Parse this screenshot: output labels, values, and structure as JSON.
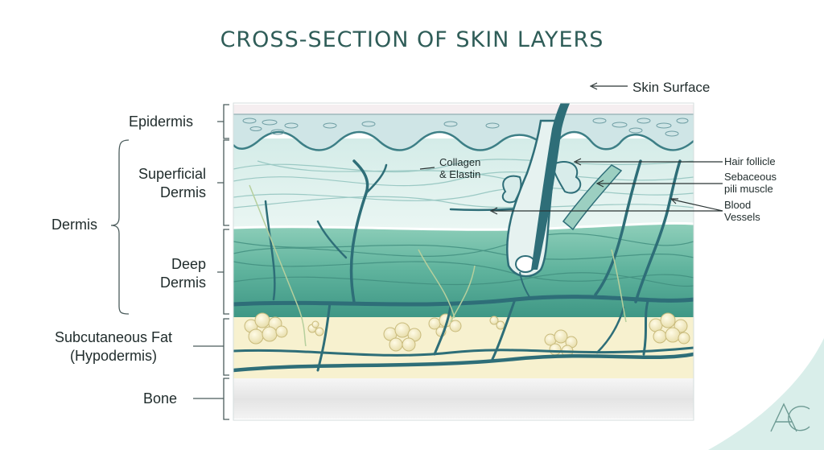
{
  "title": "CROSS-SECTION OF SKIN LAYERS",
  "left_labels": {
    "epidermis": "Epidermis",
    "superficial_dermis": [
      "Superficial",
      "Dermis"
    ],
    "dermis": "Dermis",
    "deep_dermis": [
      "Deep",
      "Dermis"
    ],
    "subcutaneous": [
      "Subcutaneous Fat",
      "(Hypodermis)"
    ],
    "bone": "Bone"
  },
  "callouts": {
    "skin_surface": "Skin Surface",
    "collagen": [
      "Collagen",
      "& Elastin"
    ],
    "hair_follicle": "Hair follicle",
    "sebaceous": [
      "Sebaceous",
      "pili muscle"
    ],
    "blood_vessels": [
      "Blood",
      "Vessels"
    ]
  },
  "colors": {
    "title": "#2f5d58",
    "epidermis": "#cfe5e6",
    "superficial_dermis": "#e3f1ee",
    "deep_dermis": "#5fb39d",
    "fat": "#f7f1cf",
    "bone": "#e9e9e9",
    "vessels": "#2e6e78"
  },
  "watermark": "AC"
}
